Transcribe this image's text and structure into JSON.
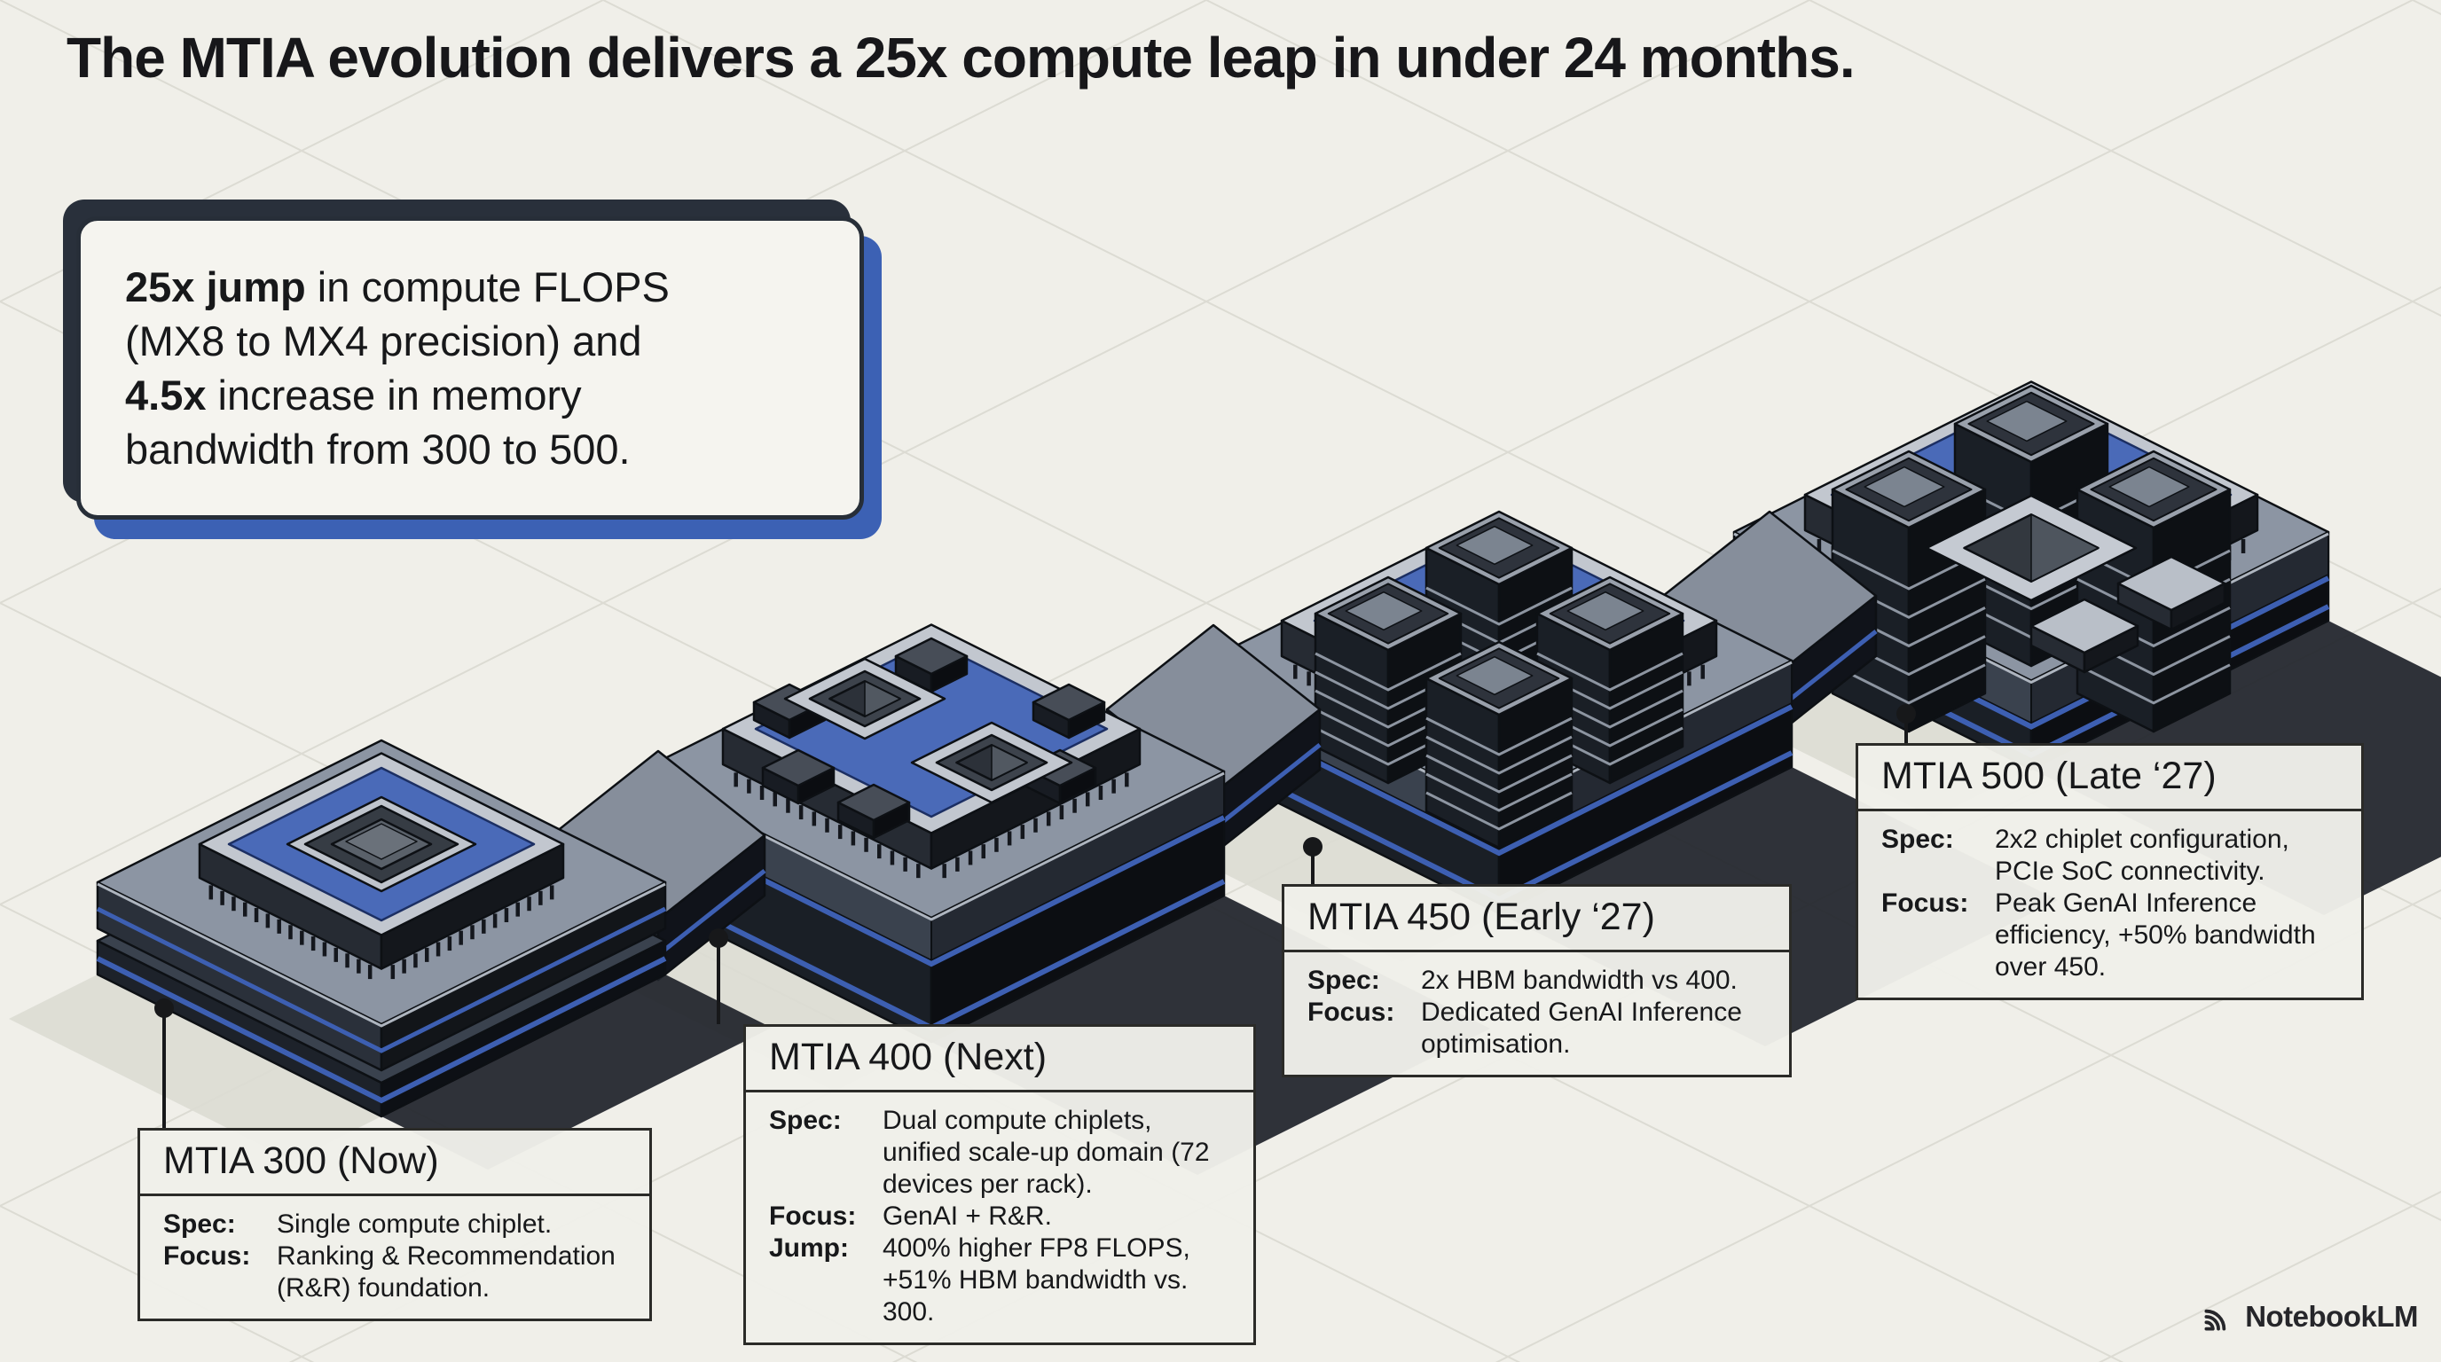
{
  "title": "The MTIA evolution delivers a 25x compute leap in under 24 months.",
  "callout": {
    "lines": [
      {
        "bold": "25x jump",
        "rest": " in compute FLOPS"
      },
      {
        "bold": "",
        "rest": "(MX8 to MX4 precision) and"
      },
      {
        "bold": "4.5x",
        "rest": " increase in memory"
      },
      {
        "bold": "",
        "rest": "bandwidth from 300 to 500."
      }
    ]
  },
  "cards": [
    {
      "title": "MTIA 300 (Now)",
      "rows": [
        {
          "label": "Spec:",
          "value": "Single compute chiplet."
        },
        {
          "label": "Focus:",
          "value": "Ranking & Recommendation (R&R) foundation."
        }
      ]
    },
    {
      "title": "MTIA 400 (Next)",
      "rows": [
        {
          "label": "Spec:",
          "value": "Dual compute chiplets, unified scale-up domain (72 devices per rack)."
        },
        {
          "label": "Focus:",
          "value": "GenAI + R&R."
        },
        {
          "label": "Jump:",
          "value": "400% higher FP8 FLOPS, +51% HBM bandwidth vs. 300."
        }
      ]
    },
    {
      "title": "MTIA 450 (Early ‘27)",
      "rows": [
        {
          "label": "Spec:",
          "value": "2x HBM bandwidth vs 400."
        },
        {
          "label": "Focus:",
          "value": "Dedicated GenAI Inference optimisation."
        }
      ]
    },
    {
      "title": "MTIA 500 (Late ‘27)",
      "rows": [
        {
          "label": "Spec:",
          "value": "2x2 chiplet configuration, PCIe SoC connectivity."
        },
        {
          "label": "Focus:",
          "value": "Peak GenAI Inference efficiency, +50% bandwidth over 450."
        }
      ]
    }
  ],
  "chips": [
    {
      "name": "MTIA 300"
    },
    {
      "name": "MTIA 400"
    },
    {
      "name": "MTIA 450"
    },
    {
      "name": "MTIA 500"
    }
  ],
  "footer": {
    "brand": "NotebookLM",
    "icon": "notebooklm-logo-icon"
  },
  "colors": {
    "background": "#f0efe9",
    "accent_blue": "#3d5fb2",
    "ink": "#17181a",
    "pedestal_gray": "#8c95a3"
  }
}
